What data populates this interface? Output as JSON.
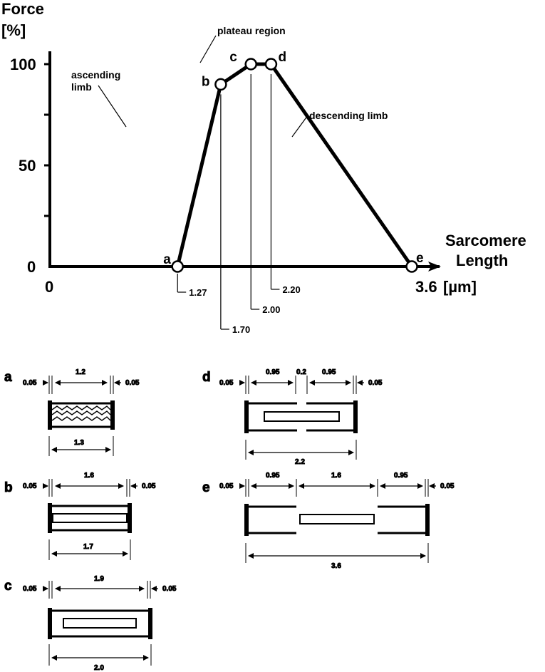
{
  "chart_data": {
    "type": "line",
    "y_title": [
      "Force",
      "[%]"
    ],
    "x_title": [
      "Sarcomere",
      "Length"
    ],
    "y_ticks": [
      "100",
      "50",
      "0"
    ],
    "x_ticks": [
      "0",
      "3.6"
    ],
    "x_unit": "[µm]",
    "xlim": [
      0,
      3.6
    ],
    "ylim": [
      0,
      100
    ],
    "series": [
      {
        "points": [
          {
            "label": "a",
            "x": 1.27,
            "y": 0
          },
          {
            "label": "b",
            "x": 1.7,
            "y": 90
          },
          {
            "label": "c",
            "x": 2.0,
            "y": 100
          },
          {
            "label": "d",
            "x": 2.2,
            "y": 100
          },
          {
            "label": "e",
            "x": 3.6,
            "y": 0
          }
        ]
      }
    ],
    "value_labels": [
      "1.27",
      "1.70",
      "2.00",
      "2.20"
    ],
    "annotations": {
      "ascending": [
        "ascending",
        "limb"
      ],
      "plateau": "plateau region",
      "descending": "descending limb"
    }
  },
  "panels": {
    "a": {
      "letter": "a",
      "left": "0.05",
      "top": "1.2",
      "right": "0.05",
      "bottom": "1.3"
    },
    "b": {
      "letter": "b",
      "left": "0.05",
      "top": "1.6",
      "right": "0.05",
      "bottom": "1.7"
    },
    "c": {
      "letter": "c",
      "left": "0.05",
      "top": "1.9",
      "right": "0.05",
      "bottom": "2.0"
    },
    "d": {
      "letter": "d",
      "left": "0.05",
      "top_left": "0.95",
      "gap": "0.2",
      "top_right": "0.95",
      "right": "0.05",
      "bottom": "2.2"
    },
    "e": {
      "letter": "e",
      "left": "0.05",
      "top_left": "0.95",
      "middle": "1.6",
      "top_right": "0.95",
      "right": "0.05",
      "bottom": "3.6"
    }
  }
}
